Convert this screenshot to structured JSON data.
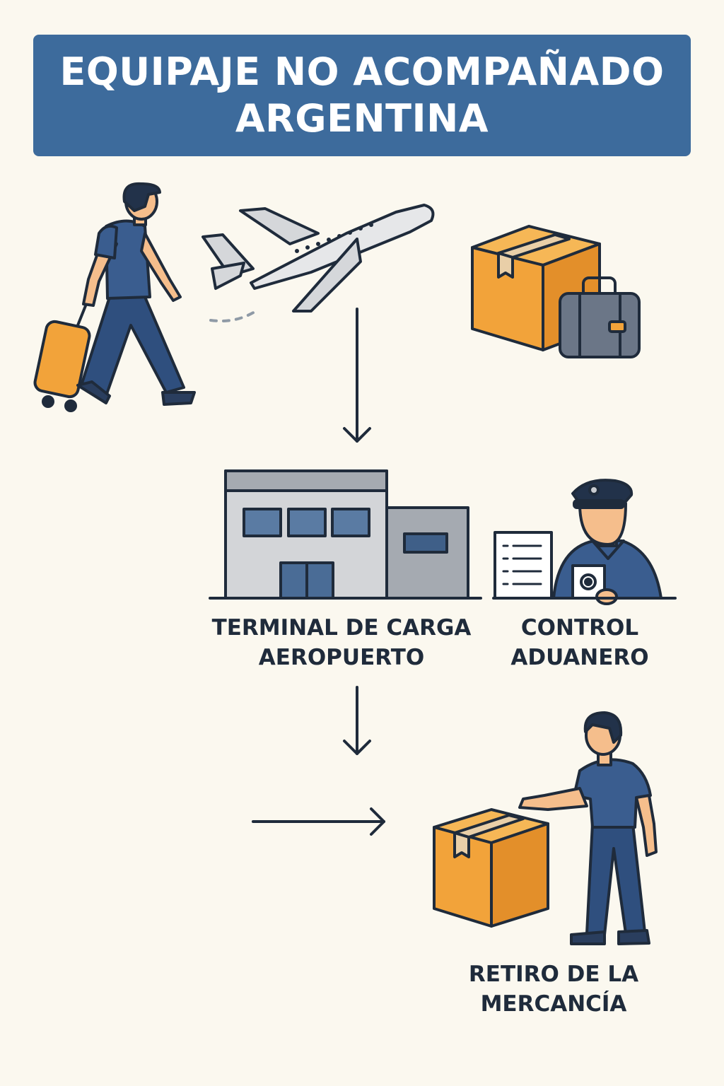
{
  "header": {
    "line1": "EQUIPAJE NO ACOMPAÑADO",
    "line2": "ARGENTINA"
  },
  "steps": [
    {
      "id": "terminal",
      "line1": "TERMINAL DE CARGA",
      "line2": "AEROPUERTO"
    },
    {
      "id": "customs",
      "line1": "CONTROL",
      "line2": "ADUANERO"
    },
    {
      "id": "pickup",
      "line1": "RETIRO DE LA",
      "line2": "MERCANCÍA"
    }
  ],
  "colors": {
    "background": "#FBF8EF",
    "header": "#3D6B9C",
    "orange": "#F2A33A",
    "navy": "#1F2B3B",
    "shirt": "#3A5D8F",
    "gray": "#C9CCD0"
  }
}
